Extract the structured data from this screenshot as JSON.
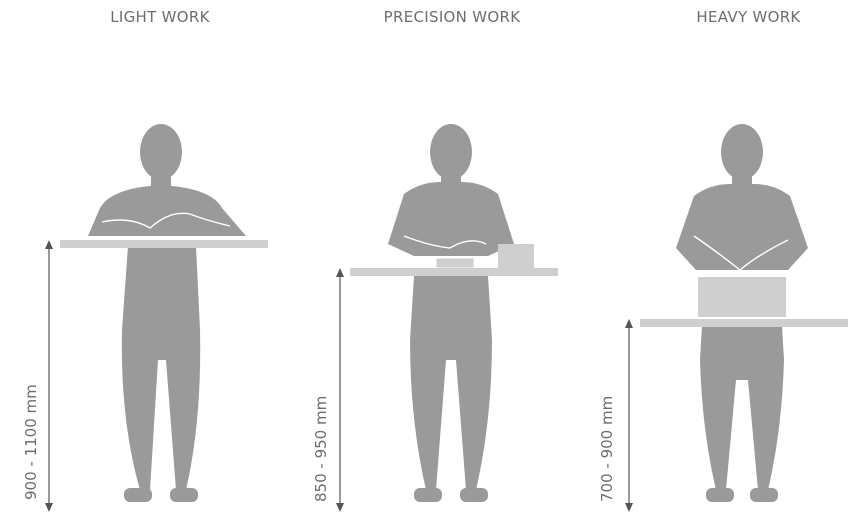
{
  "panels": [
    {
      "title": "LIGHT WORK",
      "height_range": "900 - 1100 mm"
    },
    {
      "title": "PRECISION WORK",
      "height_range": "850 - 950 mm"
    },
    {
      "title": "HEAVY WORK",
      "height_range": "700 - 900 mm"
    }
  ],
  "colors": {
    "figure": "#9a9a9a",
    "table": "#cfcfcf",
    "arrow": "#555555",
    "title_text": "#6d6d6d"
  }
}
